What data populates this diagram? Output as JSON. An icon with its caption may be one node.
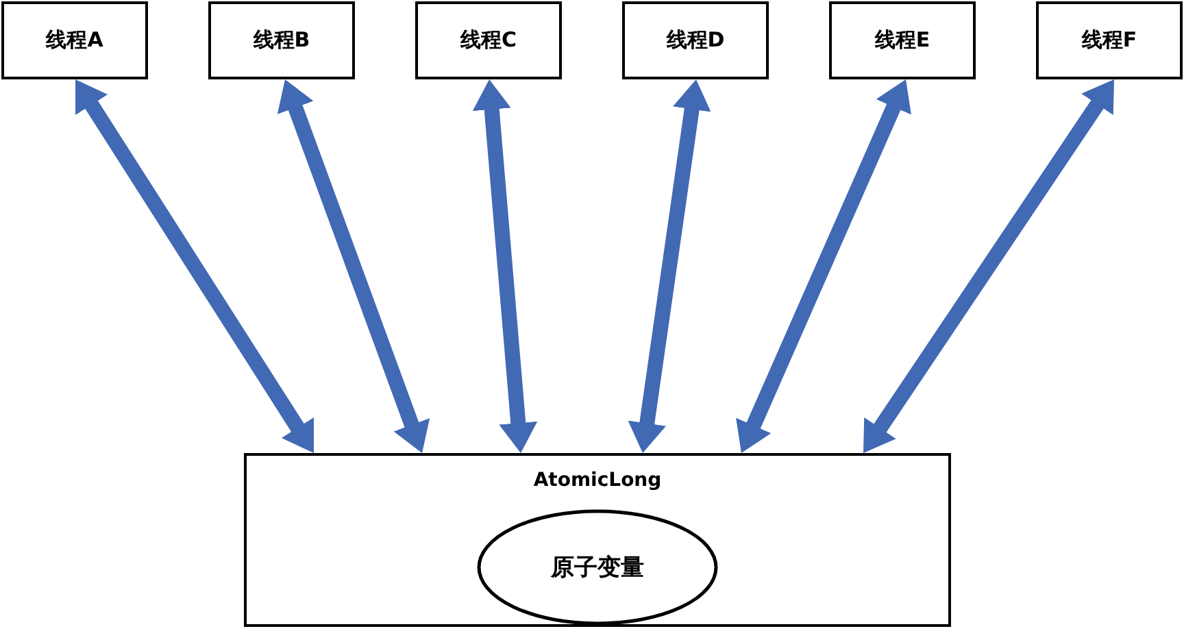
{
  "diagram": {
    "nodes": [
      {
        "text": [
          "线程A"
        ]
      },
      {
        "text": [
          "线程B"
        ]
      },
      {
        "text": [
          "线程C"
        ]
      },
      {
        "text": [
          "线程D"
        ]
      },
      {
        "text": [
          "线程E"
        ]
      },
      {
        "text": [
          "线程F"
        ]
      },
      {
        "text": [
          "AtomicLong"
        ]
      },
      {
        "text": [
          "原子变量"
        ],
        "in": 6
      }
    ],
    "edges": [
      {
        "from": 0,
        "to": 6,
        "arrow": "both"
      },
      {
        "from": 1,
        "to": 6,
        "arrow": "both"
      },
      {
        "from": 2,
        "to": 6,
        "arrow": "both"
      },
      {
        "from": 3,
        "to": 6,
        "arrow": "both"
      },
      {
        "from": 4,
        "to": 6,
        "arrow": "both"
      },
      {
        "from": 5,
        "to": 6,
        "arrow": "both"
      }
    ]
  }
}
